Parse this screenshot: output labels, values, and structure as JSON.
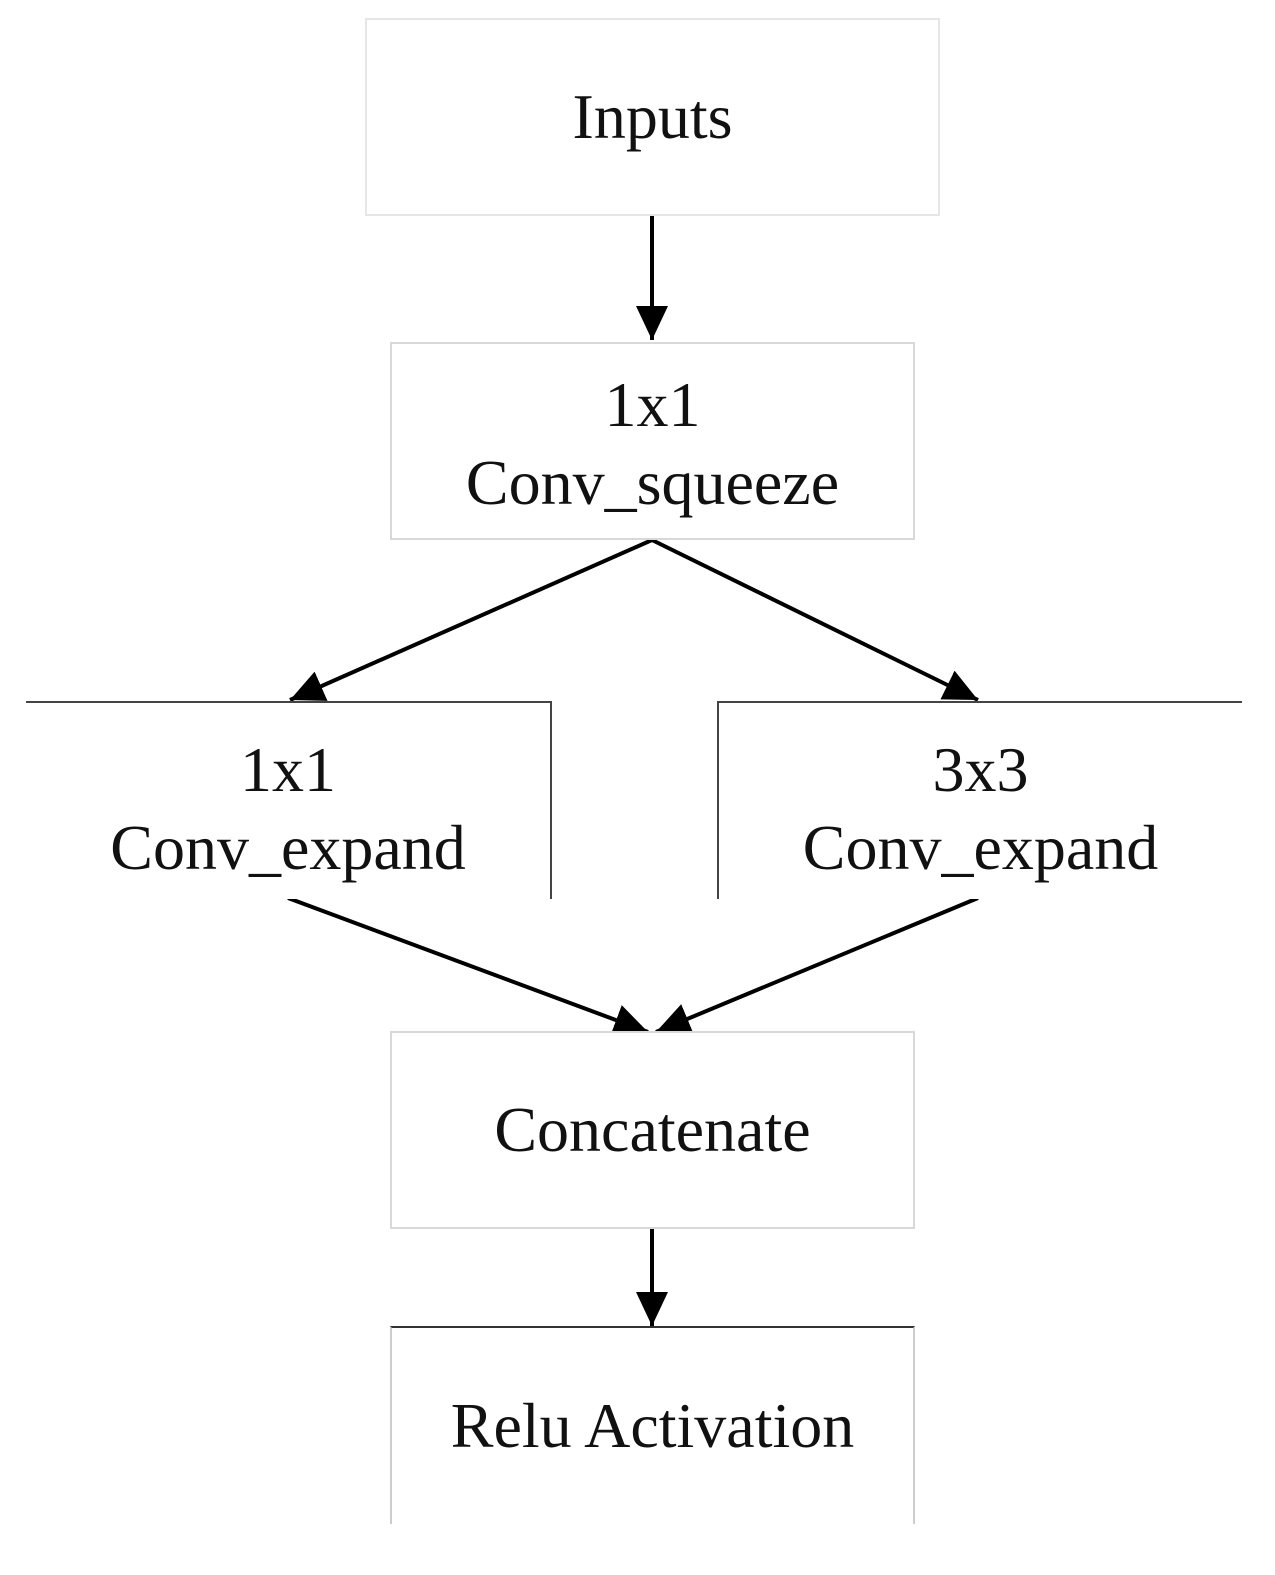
{
  "nodes": {
    "inputs": {
      "label": "Inputs"
    },
    "squeeze": {
      "line1": "1x1",
      "line2": "Conv_squeeze"
    },
    "expand1": {
      "line1": "1x1",
      "line2": "Conv_expand"
    },
    "expand3": {
      "line1": "3x3",
      "line2": "Conv_expand"
    },
    "concat": {
      "label": "Concatenate"
    },
    "relu": {
      "label": "Relu Activation"
    }
  },
  "edges": [
    {
      "from": "inputs",
      "to": "squeeze"
    },
    {
      "from": "squeeze",
      "to": "expand1"
    },
    {
      "from": "squeeze",
      "to": "expand3"
    },
    {
      "from": "expand1",
      "to": "concat"
    },
    {
      "from": "expand3",
      "to": "concat"
    },
    {
      "from": "concat",
      "to": "relu"
    }
  ],
  "colors": {
    "edge": "#000000",
    "text": "#111111"
  }
}
